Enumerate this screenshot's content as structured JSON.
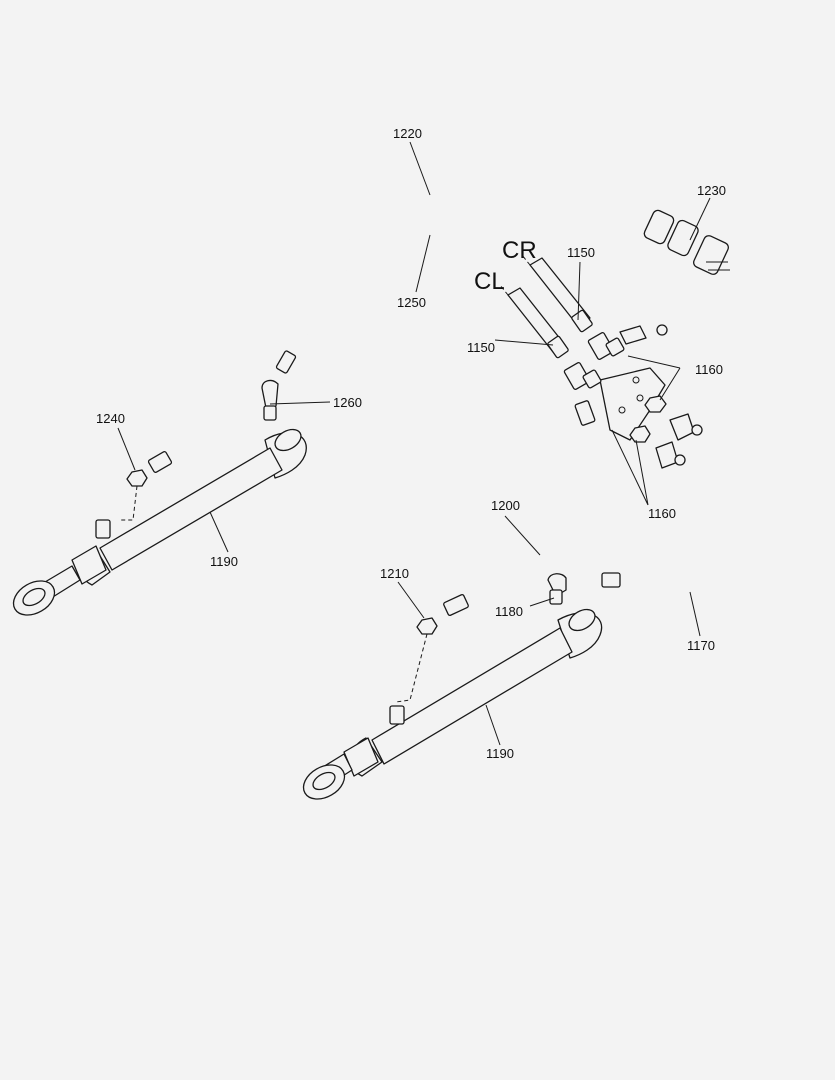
{
  "diagram": {
    "labels": {
      "p1220": "1220",
      "p1230": "1230",
      "p1250": "1250",
      "p1150a": "1150",
      "p1150b": "1150",
      "p1160a": "1160",
      "p1160b": "1160",
      "p1260": "1260",
      "p1240": "1240",
      "p1190a": "1190",
      "p1190b": "1190",
      "p1200": "1200",
      "p1210": "1210",
      "p1180": "1180",
      "p1170": "1170",
      "cr": "CR",
      "cl": "CL"
    },
    "colors": {
      "line": "#1a1a1a",
      "background": "#f3f3f3"
    }
  }
}
